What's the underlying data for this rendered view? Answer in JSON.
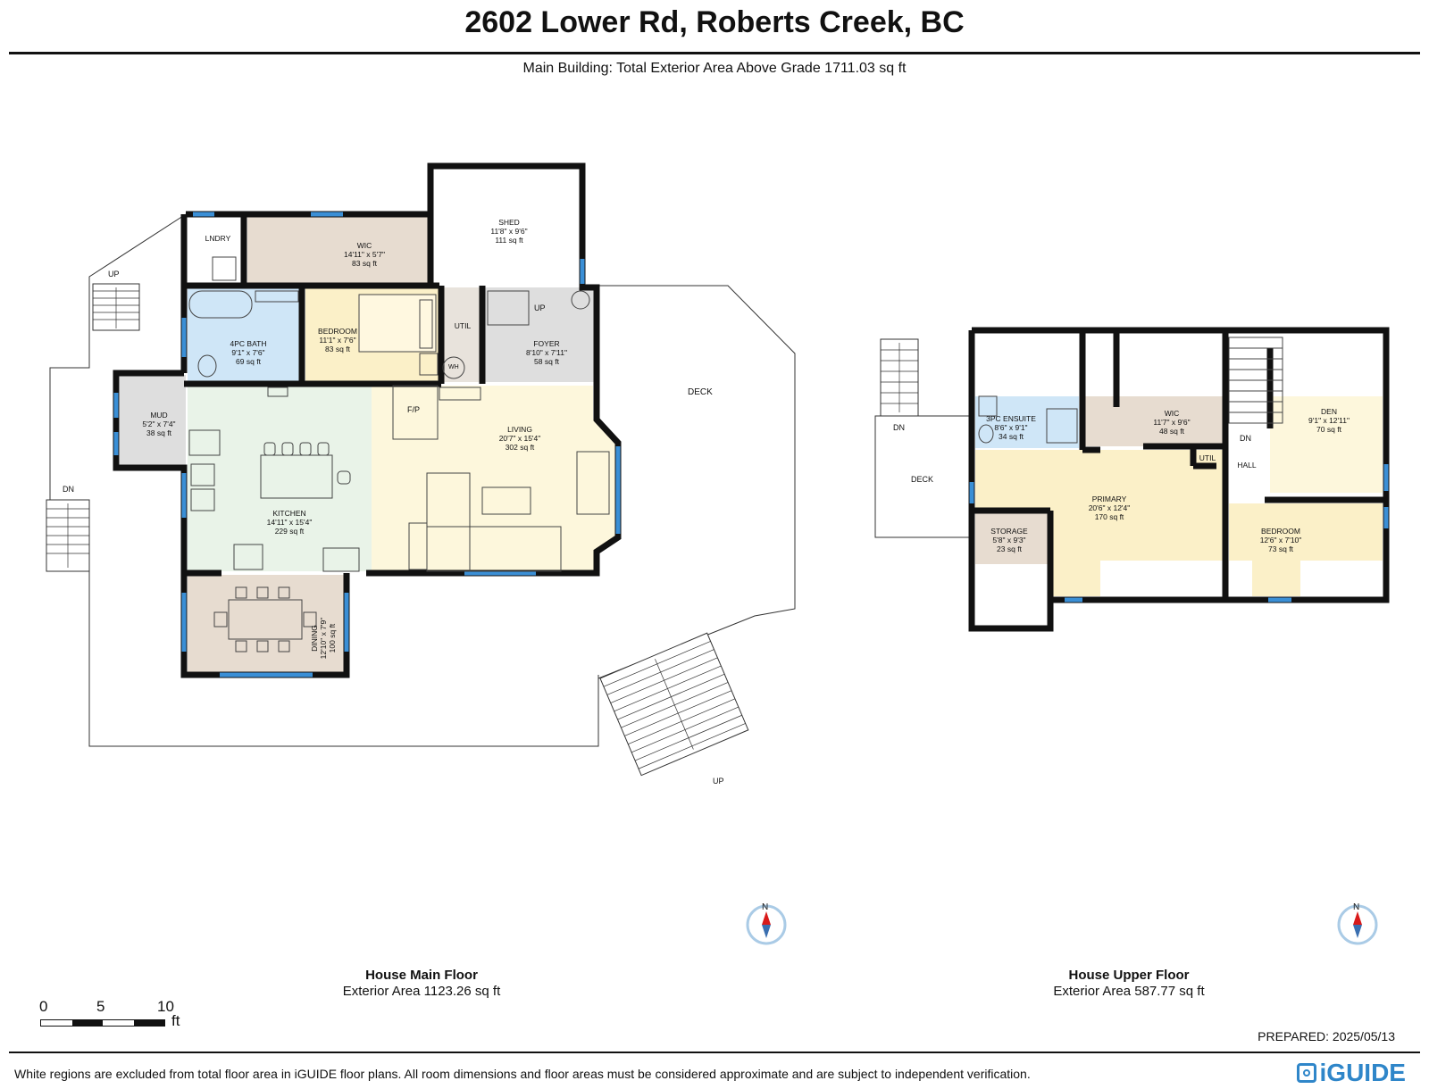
{
  "header": {
    "title": "2602 Lower Rd, Roberts Creek, BC",
    "subtitle": "Main Building: Total Exterior Area Above Grade 1711.03 sq ft"
  },
  "colors": {
    "wall": "#111111",
    "window": "#3a8fd6",
    "bath": "#cfe6f7",
    "living": "#fdf7dc",
    "kitchen": "#e9f3e8",
    "bedroom": "#fbf0c8",
    "wic": "#e7dcd0",
    "foyer": "#dedede",
    "mud": "#dedede",
    "dining": "#e7dcd0",
    "compass_red": "#d91a1a",
    "compass_ring": "#aacbe6",
    "brand": "#2f86c9"
  },
  "main_floor": {
    "label": "House Main Floor",
    "area": "Exterior Area 1123.26 sq ft",
    "compass": "N",
    "rooms": [
      {
        "name": "LNDRY",
        "dims": "",
        "area": ""
      },
      {
        "name": "WIC",
        "dims": "14'11\" x 5'7\"",
        "area": "83 sq ft"
      },
      {
        "name": "SHED",
        "dims": "11'8\" x 9'6\"",
        "area": "111 sq ft"
      },
      {
        "name": "4PC BATH",
        "dims": "9'1\" x 7'6\"",
        "area": "69 sq ft"
      },
      {
        "name": "BEDROOM",
        "dims": "11'1\" x 7'6\"",
        "area": "83 sq ft"
      },
      {
        "name": "UTIL",
        "dims": "",
        "area": ""
      },
      {
        "name": "FOYER",
        "dims": "8'10\" x 7'11\"",
        "area": "58 sq ft"
      },
      {
        "name": "MUD",
        "dims": "5'2\" x 7'4\"",
        "area": "38 sq ft"
      },
      {
        "name": "LIVING",
        "dims": "20'7\" x 15'4\"",
        "area": "302 sq ft"
      },
      {
        "name": "KITCHEN",
        "dims": "14'11\" x 15'4\"",
        "area": "229 sq ft"
      },
      {
        "name": "DINING",
        "dims": "12'10\" x 7'9\"",
        "area": "100 sq ft"
      }
    ],
    "labels": {
      "deck": "DECK",
      "up1": "UP",
      "up2": "UP",
      "up3": "UP",
      "dn": "DN",
      "fp": "F/P",
      "wh": "WH"
    }
  },
  "upper_floor": {
    "label": "House Upper Floor",
    "area": "Exterior Area 587.77 sq ft",
    "compass": "N",
    "rooms": [
      {
        "name": "3PC ENSUITE",
        "dims": "8'6\" x 9'1\"",
        "area": "34 sq ft"
      },
      {
        "name": "WIC",
        "dims": "11'7\" x 9'6\"",
        "area": "48 sq ft"
      },
      {
        "name": "DEN",
        "dims": "9'1\" x 12'11\"",
        "area": "70 sq ft"
      },
      {
        "name": "UTIL",
        "dims": "",
        "area": ""
      },
      {
        "name": "HALL",
        "dims": "",
        "area": ""
      },
      {
        "name": "PRIMARY",
        "dims": "20'6\" x 12'4\"",
        "area": "170 sq ft"
      },
      {
        "name": "STORAGE",
        "dims": "5'8\" x 9'3\"",
        "area": "23 sq ft"
      },
      {
        "name": "BEDROOM",
        "dims": "12'6\" x 7'10\"",
        "area": "73 sq ft"
      }
    ],
    "labels": {
      "deck": "DECK",
      "dn1": "DN",
      "dn2": "DN"
    }
  },
  "scale": {
    "ticks": [
      "0",
      "5",
      "10"
    ],
    "unit": "ft"
  },
  "footer": {
    "prepared": "PREPARED: 2025/05/13",
    "disclaimer": "White regions are excluded from total floor area in iGUIDE floor plans. All room dimensions and floor areas must be considered approximate and are subject to independent verification.",
    "brand": "iGUIDE"
  }
}
